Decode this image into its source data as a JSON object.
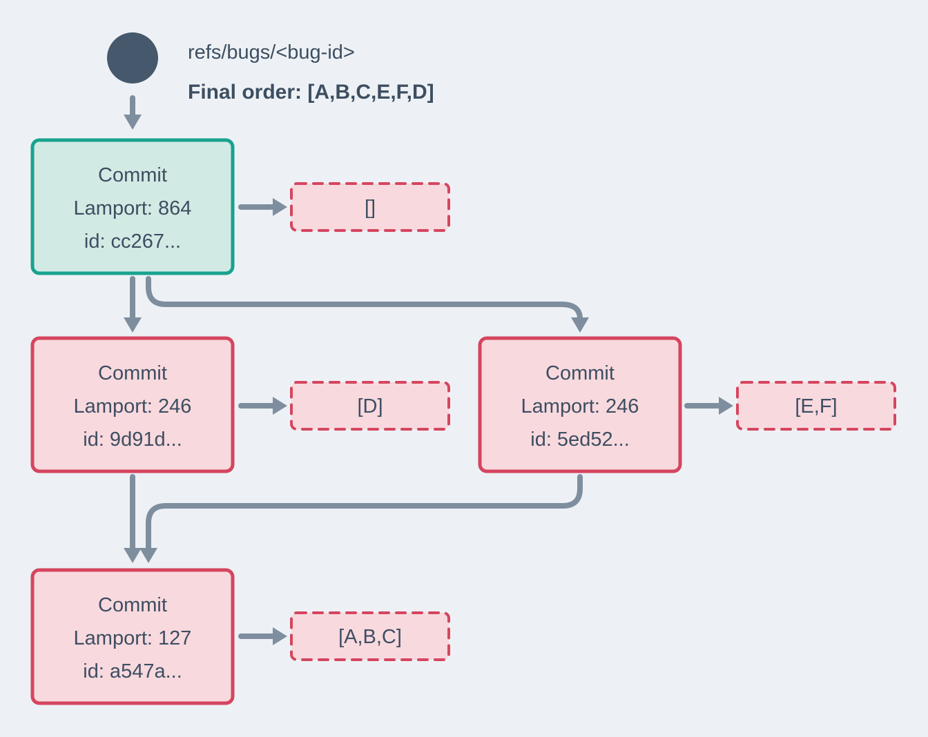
{
  "colors": {
    "background": "#edf1f5",
    "ink": "#3d4e61",
    "node": "#46586b",
    "arrow": "#7e8e9f",
    "teal_border": "#18a28f",
    "teal_fill": "#d2eae4",
    "red_border": "#d5455f",
    "pink_fill": "#f8d9de"
  },
  "header": {
    "ref_label": "refs/bugs/<bug-id>",
    "final_order": "Final order: [A,B,C,E,F,D]"
  },
  "commits": {
    "root": {
      "title": "Commit",
      "lamport": "Lamport: 864",
      "id": "id: cc267...",
      "operations": "[]"
    },
    "left": {
      "title": "Commit",
      "lamport": "Lamport: 246",
      "id": "id: 9d91d...",
      "operations": "[D]"
    },
    "right": {
      "title": "Commit",
      "lamport": "Lamport: 246",
      "id": "id: 5ed52...",
      "operations": "[E,F]"
    },
    "bottom": {
      "title": "Commit",
      "lamport": "Lamport: 127",
      "id": "id: a547a...",
      "operations": "[A,B,C]"
    }
  }
}
